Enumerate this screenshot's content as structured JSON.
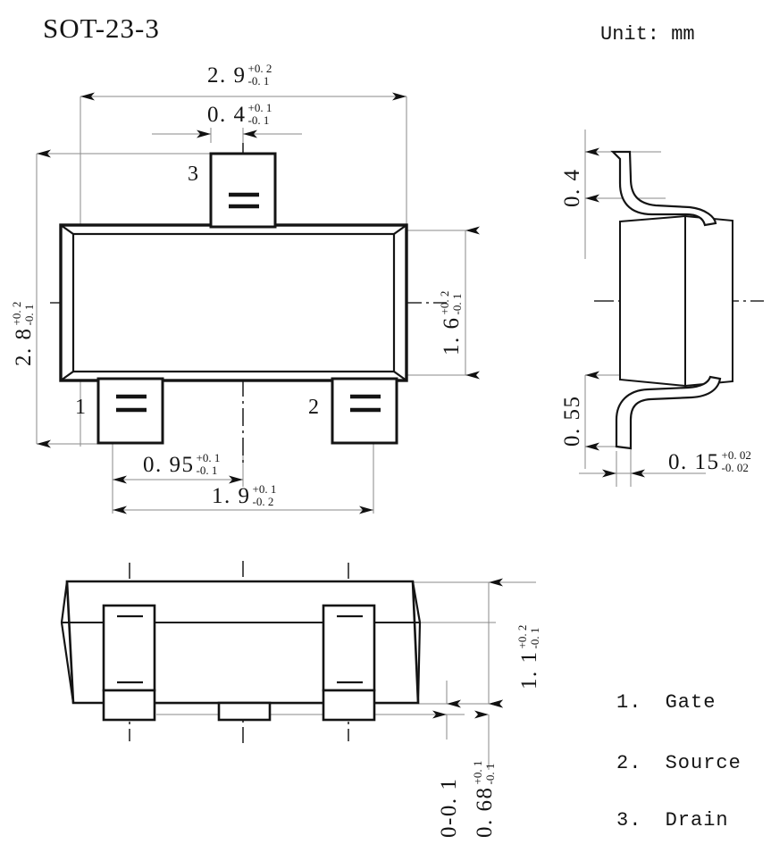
{
  "drawing": {
    "title": "SOT-23-3",
    "unit_label": "Unit: mm"
  },
  "dimensions": {
    "body_width": {
      "base": "2. 9",
      "plus": "+0. 2",
      "minus": "-0. 1"
    },
    "lead_width_top": {
      "base": "0. 4",
      "plus": "+0. 1",
      "minus": "-0. 1"
    },
    "body_depth": {
      "base": "2. 8",
      "plus": "+0. 2",
      "minus": "-0. 1"
    },
    "body_height_top": {
      "base": "1. 6",
      "plus": "+0. 2",
      "minus": "-0. 1"
    },
    "pitch_half": {
      "base": "0. 95",
      "plus": "+0. 1",
      "minus": "-0. 1"
    },
    "pitch_full": {
      "base": "1. 9",
      "plus": "+0. 1",
      "minus": "-0. 2"
    },
    "lead_bend_upper": {
      "base": "0. 4",
      "plus": "",
      "minus": ""
    },
    "lead_bend_lower": {
      "base": "0. 55",
      "plus": "",
      "minus": ""
    },
    "lead_thickness": {
      "base": "0. 15",
      "plus": "+0. 02",
      "minus": "-0. 02"
    },
    "body_thickness": {
      "base": "1. 1",
      "plus": "+0. 2",
      "minus": "-0. 1"
    },
    "standoff": {
      "base": "0-0. 1",
      "plus": "",
      "minus": ""
    },
    "seating_height": {
      "base": "0. 68",
      "plus": "+0. 1",
      "minus": "-0. 1"
    }
  },
  "pin_numbers": {
    "pin1": "1",
    "pin2": "2",
    "pin3": "3"
  },
  "pin_legend": [
    {
      "index": "1.",
      "name": "Gate"
    },
    {
      "index": "2.",
      "name": "Source"
    },
    {
      "index": "3.",
      "name": "Drain"
    }
  ],
  "colors": {
    "line": "#1a1a1a",
    "thin": "#7d7d7d",
    "background": "#ffffff"
  }
}
